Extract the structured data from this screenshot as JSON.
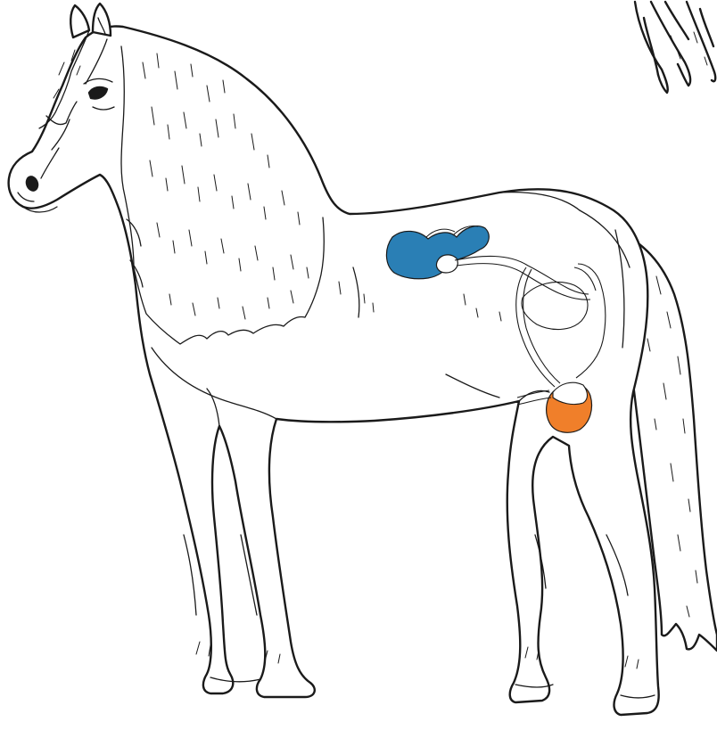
{
  "illustration": {
    "subject": "horse",
    "style": "black line drawing on white",
    "highlighted_organs": [
      {
        "name": "kidneys",
        "color": "#2a7fb5"
      },
      {
        "name": "bladder",
        "color": "#f07f2a"
      }
    ],
    "outline_color": "#1a1a1a",
    "background": "#ffffff"
  }
}
